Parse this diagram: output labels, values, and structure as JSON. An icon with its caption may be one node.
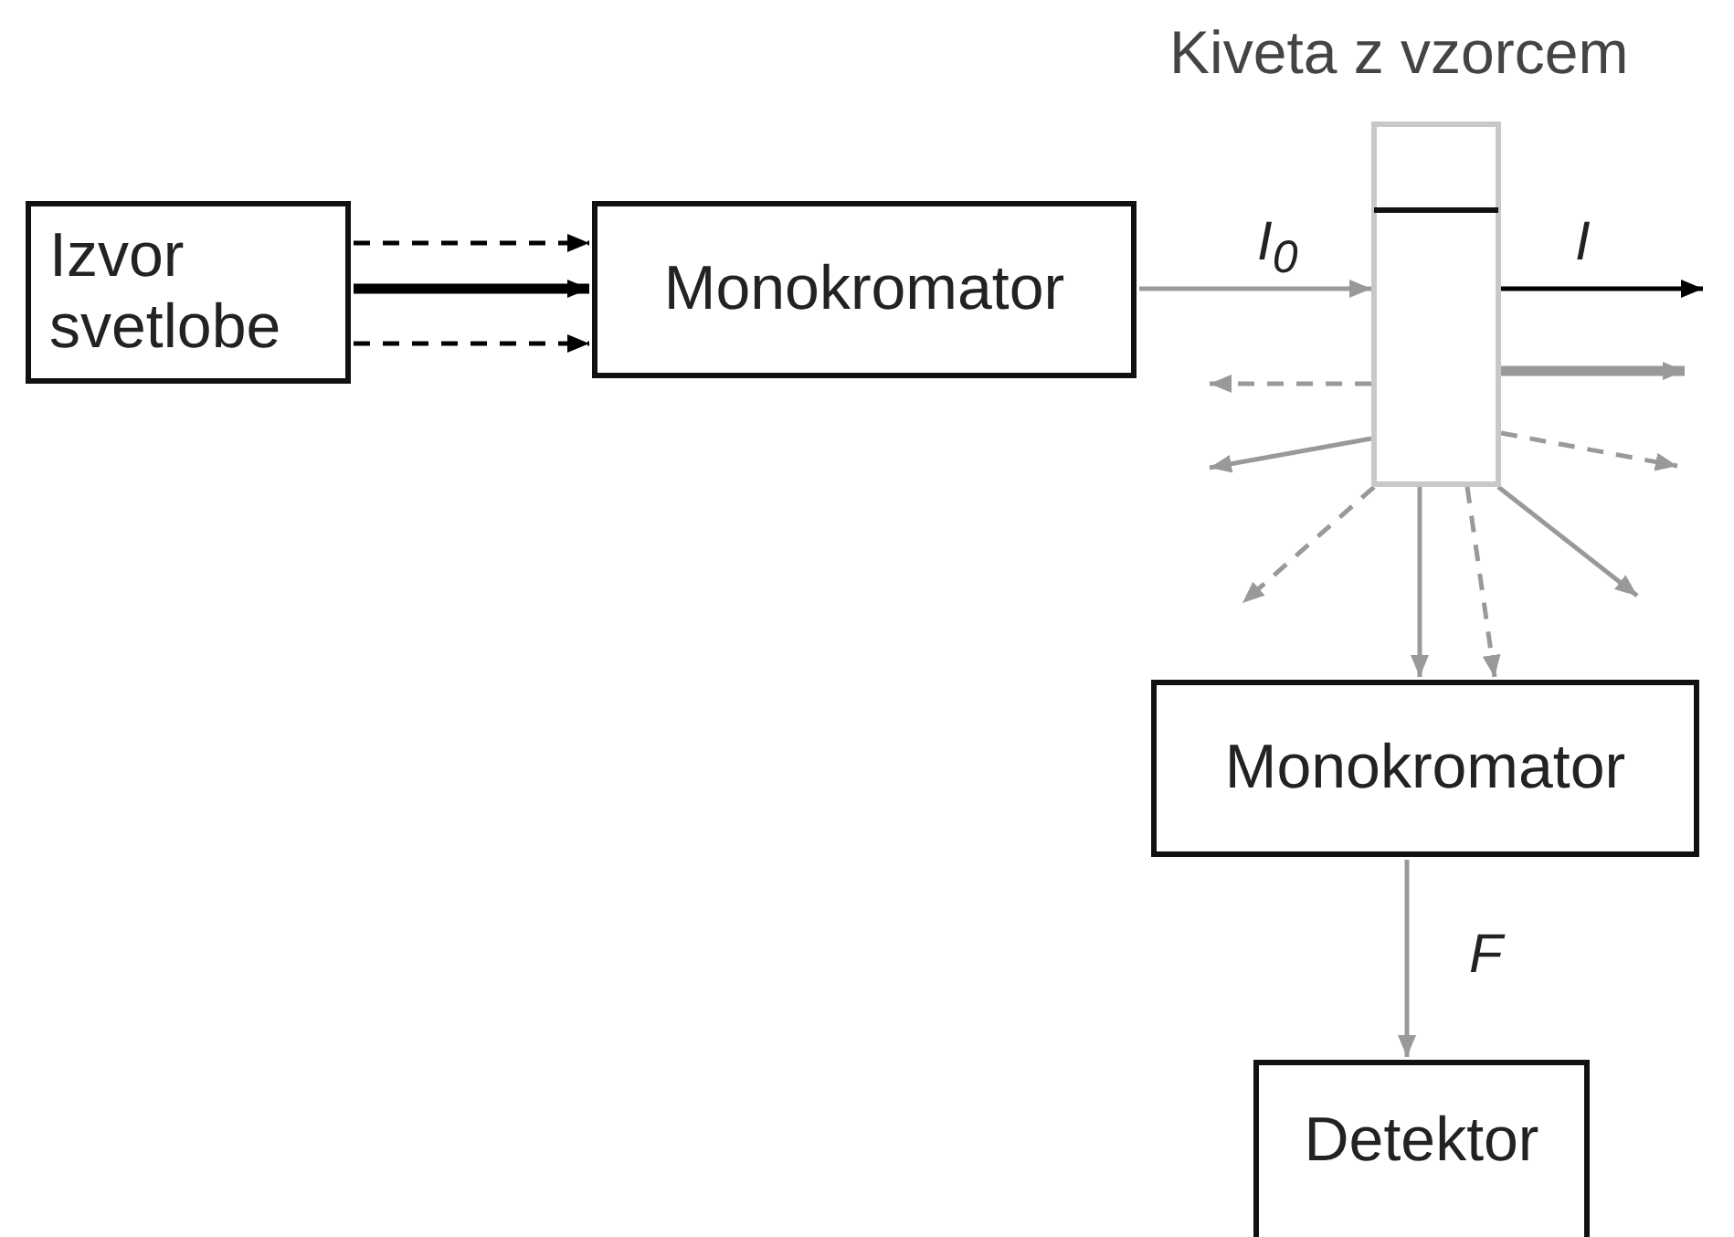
{
  "diagram": {
    "nodes": [
      {
        "text": [
          "Izvor svetlobe"
        ]
      },
      {
        "text": [
          "Monokromator"
        ]
      },
      {
        "text": [
          "Kiveta z vzorcem"
        ]
      },
      {
        "text": [
          "Monokromator"
        ]
      },
      {
        "text": [
          "Detektor"
        ]
      }
    ],
    "edges": [
      {
        "from": 0,
        "to": 1,
        "arrow": "to",
        "style": "dashed",
        "color": "#000000"
      },
      {
        "from": 0,
        "to": 1,
        "arrow": "to",
        "style": "thick",
        "color": "#000000"
      },
      {
        "from": 0,
        "to": 1,
        "arrow": "to",
        "style": "dashed",
        "color": "#000000"
      },
      {
        "from": 1,
        "to": 2,
        "arrow": "to",
        "label": "I$_{0}$"
      },
      {
        "from": 2,
        "to": null,
        "arrow": "to",
        "label": "I",
        "color": "#000000"
      },
      {
        "from": 2,
        "to": null,
        "arrow": "to",
        "style": "thick"
      },
      {
        "from": 2,
        "to": null,
        "arrow": "to",
        "style": "dashed"
      },
      {
        "from": 2,
        "to": null,
        "arrow": "to"
      },
      {
        "from": 2,
        "to": null,
        "arrow": "to",
        "style": "dashed"
      },
      {
        "from": 2,
        "to": null,
        "arrow": "to",
        "style": "dashed"
      },
      {
        "from": 2,
        "to": null,
        "arrow": "to"
      },
      {
        "from": 2,
        "to": 3,
        "arrow": "to"
      },
      {
        "from": 2,
        "to": 3,
        "arrow": "to",
        "style": "dashed"
      },
      {
        "from": 3,
        "to": 4,
        "arrow": "to",
        "label": "F"
      }
    ]
  }
}
